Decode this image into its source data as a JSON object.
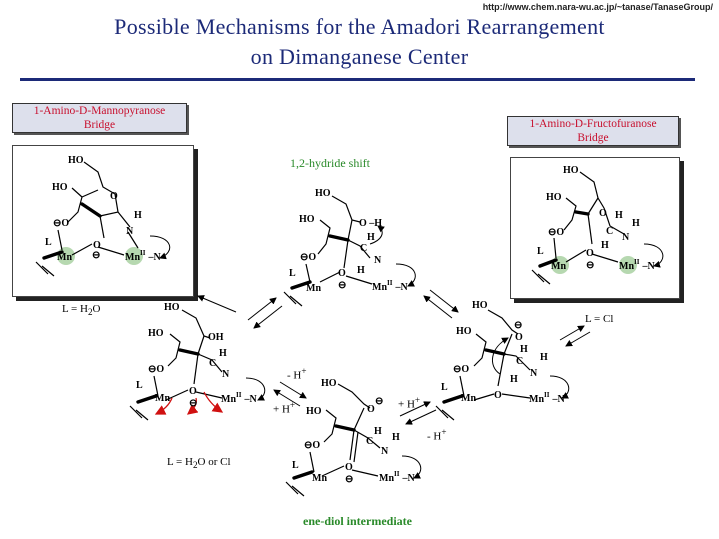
{
  "url": "http://www.chem.nara-wu.ac.jp/~tanase/TanaseGroup/",
  "title": {
    "line1": "Possible Mechanisms for the Amadori Rearrangement",
    "line2": "on Dimanganese Center"
  },
  "left_header": {
    "line1": "1-Amino-D-Mannopyranose",
    "line2": "Bridge"
  },
  "right_header": {
    "line1": "1-Amino-D-Fructofuranose",
    "line2": "Bridge"
  },
  "captions": {
    "hydride_shift": "1,2-hydride shift",
    "enediol": "ene-diol intermediate"
  },
  "conditions": {
    "l_water_left": "L = H",
    "l_water_left_sub": "2",
    "l_water_left_tail": "O",
    "l_cl_right": "L = Cl",
    "l_water_or_cl": "L = H",
    "l_water_or_cl_sub": "2",
    "l_water_or_cl_tail": "O or Cl"
  },
  "arrow_labels": {
    "minus_h_left": "- H",
    "plus_h_left": "+ H",
    "plus_h_right": "+ H",
    "minus_h_right": "- H",
    "h_plus_sup": "+"
  },
  "atoms": {
    "ho": "HO",
    "oh": "OH",
    "o": "O",
    "oh_dash": "O –H",
    "n": "N",
    "h": "H",
    "c": "C",
    "l": "L",
    "mn": "Mn",
    "mn2": "Mn",
    "roman_ii": "II",
    "dash_n": "–N",
    "minus": "⊖"
  },
  "colors": {
    "title": "#1c2a78",
    "header_text": "#c8102e",
    "caption": "#2a8a2a",
    "mn_highlight": "#b6d8b0",
    "electron_arrow": "#d01010"
  }
}
